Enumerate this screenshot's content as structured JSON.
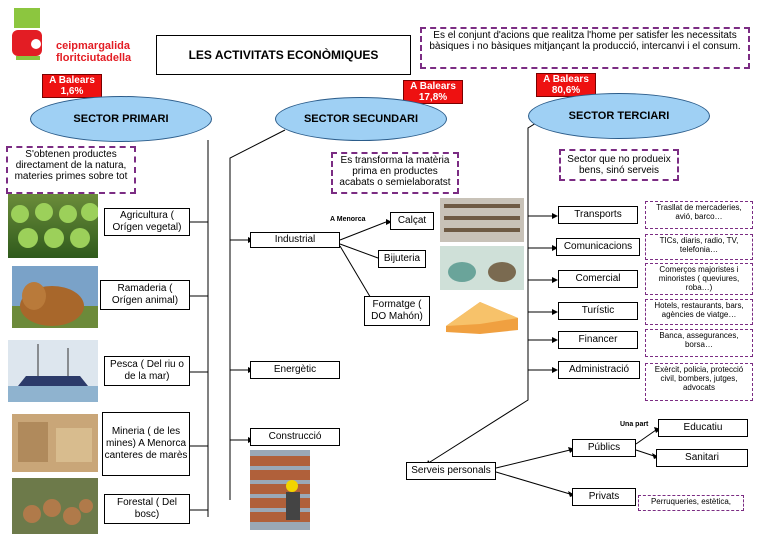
{
  "title": "LES ACTIVITATS ECONÒMIQUES",
  "logo": {
    "line1": "ceipmargalida",
    "line2": "floritciutadella"
  },
  "definition": "Es el conjunt d'acions que realitza l'home per satisfer les necessitats bàsiques i no bàsiques mitjançant la producció, intercanvi i el consum.",
  "colors": {
    "oval": "#9fd0f4",
    "badge": "#ee1111",
    "dashed_border": "#7b2c83"
  },
  "primari": {
    "badge": "A Balears\n1,6%",
    "name": "SECTOR PRIMARI",
    "note": "S'obtenen productes directament de la natura, materies primes sobre tot",
    "items": [
      "Agricultura ( Orígen vegetal)",
      "Ramaderia ( Orígen animal)",
      "Pesca ( Del riu o de la mar)",
      "Mineria ( de les mines) A Menorca canteres de marès",
      "Forestal ( Del bosc)"
    ]
  },
  "secundari": {
    "badge": "A Balears\n17,8%",
    "name": "SECTOR SECUNDARI",
    "note": "Es transforma la matèria prima en productes acabats o semielaboratst",
    "items": [
      "Industrial",
      "Energètic",
      "Construcció"
    ],
    "menorca_label": "A Menorca",
    "industrial_items": [
      "Calçat",
      "Bijuteria",
      "Formatge ( DO Mahón)"
    ]
  },
  "terciari": {
    "badge": "A Balears\n80,6%",
    "name": "SECTOR TERCIARI",
    "note": "Sector que no produeix bens, sinó serveis",
    "items": [
      "Transports",
      "Comunicacions",
      "Comercial",
      "Turístic",
      "Financer",
      "Administració"
    ],
    "details": [
      "Trasllat de mercaderies, avió, barco…",
      "TICs, diaris, radio, TV, telefonia…",
      "Comerços majoristes i minoristes ( queviures, roba…)",
      "Hotels, restaurants, bars, agències de viatge…",
      "Banca, assegurances, borsa…",
      "Exèrcit, policia, protecció civil, bombers, jutges, advocats"
    ],
    "personals": "Serveis personals",
    "publics": "Públics",
    "una_part": "Una part",
    "educatiu": "Educatiu",
    "sanitari": "Sanitari",
    "privats": "Privats",
    "privats_detail": "Perruqueries, estètica,"
  }
}
